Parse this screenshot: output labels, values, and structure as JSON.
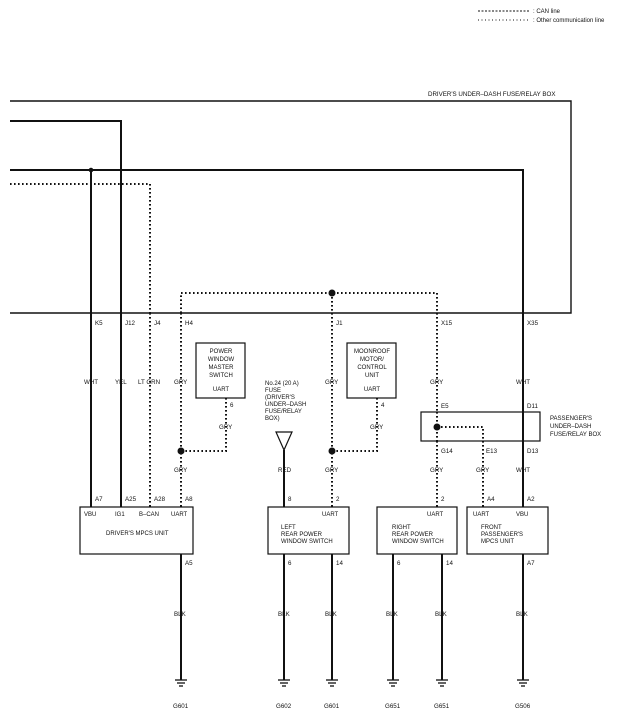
{
  "legend": [
    {
      "style": "CAN",
      "label": ": CAN line"
    },
    {
      "style": "other",
      "label": ": Other communication line"
    }
  ],
  "fuse_box": {
    "title": "DRIVER'S UNDER–DASH FUSE/RELAY BOX"
  },
  "passenger_box": {
    "lines": [
      "PASSENGER'S",
      "UNDER–DASH",
      "FUSE/RELAY BOX"
    ]
  },
  "connectors": {
    "k5": "K5",
    "j12": "J12",
    "j4": "J4",
    "h4": "H4",
    "j1": "J1",
    "x15": "X15",
    "x35": "X35",
    "e5": "E5",
    "d11": "D11",
    "g14": "G14",
    "e13": "E13",
    "d13": "D13"
  },
  "wires": {
    "wht": "WHT",
    "yel": "YEL",
    "ltgrn": "LT GRN",
    "gry": "GRY",
    "red": "RED",
    "blk": "BLK"
  },
  "switch_master": {
    "lines": [
      "POWER",
      "WINDOW",
      "MASTER",
      "SWITCH"
    ],
    "port": "UART",
    "pin": "6"
  },
  "moonroof": {
    "lines": [
      "MOONROOF",
      "MOTOR/",
      "CONTROL",
      "UNIT"
    ],
    "port": "UART",
    "pin": "4"
  },
  "fuse24": {
    "lines": [
      "No.24 (20 A)",
      "FUSE",
      "(DRIVER'S",
      "UNDER–DASH",
      "FUSE/RELAY",
      "BOX)"
    ]
  },
  "driver_mpcs": {
    "name": "DRIVER'S MPCS UNIT",
    "ports": [
      "VBU",
      "IG1",
      "B–CAN",
      "UART"
    ],
    "pins": [
      "A7",
      "A25",
      "A28",
      "A8"
    ],
    "bottom_pin": "A5"
  },
  "left_rear": {
    "name": [
      "LEFT",
      "REAR POWER",
      "WINDOW SWITCH"
    ],
    "port": "UART",
    "top_pins": [
      "8",
      "2"
    ],
    "bottom_pins": [
      "6",
      "14"
    ]
  },
  "right_rear": {
    "name": [
      "RIGHT",
      "REAR POWER",
      "WINDOW SWITCH"
    ],
    "port": "UART",
    "top_pin": "2",
    "bottom_pins": [
      "6",
      "14"
    ]
  },
  "front_pass": {
    "name": [
      "FRONT",
      "PASSENGER'S",
      "MPCS UNIT"
    ],
    "ports": [
      "UART",
      "VBU"
    ],
    "pins": [
      "A4",
      "A2"
    ],
    "bottom_pin": "A7"
  },
  "grounds": [
    "G601",
    "G602",
    "G601",
    "G651",
    "G651",
    "G506"
  ]
}
